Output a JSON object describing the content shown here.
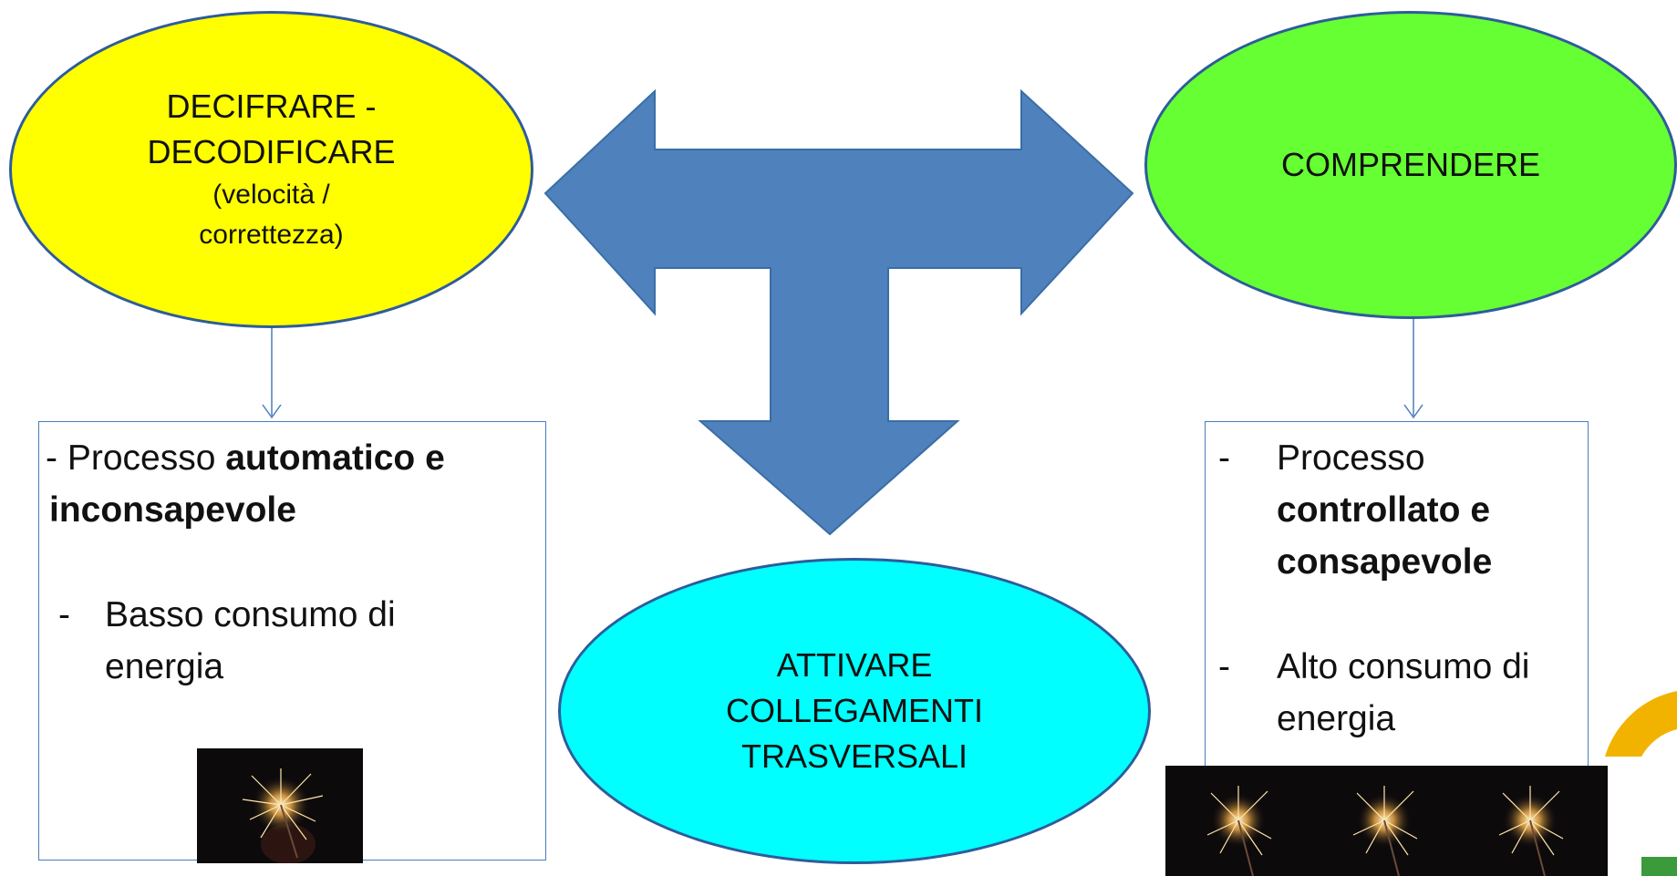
{
  "nodes": {
    "decifrare": {
      "line1": "DECIFRARE -",
      "line2": "DECODIFICARE",
      "line3": "(velocità /",
      "line4": "correttezza)"
    },
    "comprendere": {
      "line1": "COMPRENDERE"
    },
    "attivare": {
      "line1": "ATTIVARE",
      "line2": "COLLEGAMENTI",
      "line3": "TRASVERSALI"
    }
  },
  "boxes": {
    "left": {
      "item1_prefix": "- Processo ",
      "item1_bold_a": "automatico e",
      "item1_bold_b": "inconsapevole",
      "item2_dash": "-",
      "item2_line1": "Basso consumo di",
      "item2_line2": "energia"
    },
    "right": {
      "item1_dash": "-",
      "item1_line1": "Processo",
      "item1_bold_a": "controllato e",
      "item1_bold_b": "consapevole",
      "item2_dash": "-",
      "item2_line1": "Alto consumo di",
      "item2_line2": "energia"
    }
  },
  "colors": {
    "decifrare_fill": "#ffff00",
    "comprendere_fill": "#66ff33",
    "attivare_fill": "#00ffff",
    "arrow_fill": "#4f81bd",
    "outline": "#2e5c9a"
  },
  "icons": {
    "left_image": "sparkler-image",
    "right_images": [
      "sparkler-image",
      "sparkler-image",
      "sparkler-image"
    ],
    "corner_logo": "logo-fragment"
  }
}
